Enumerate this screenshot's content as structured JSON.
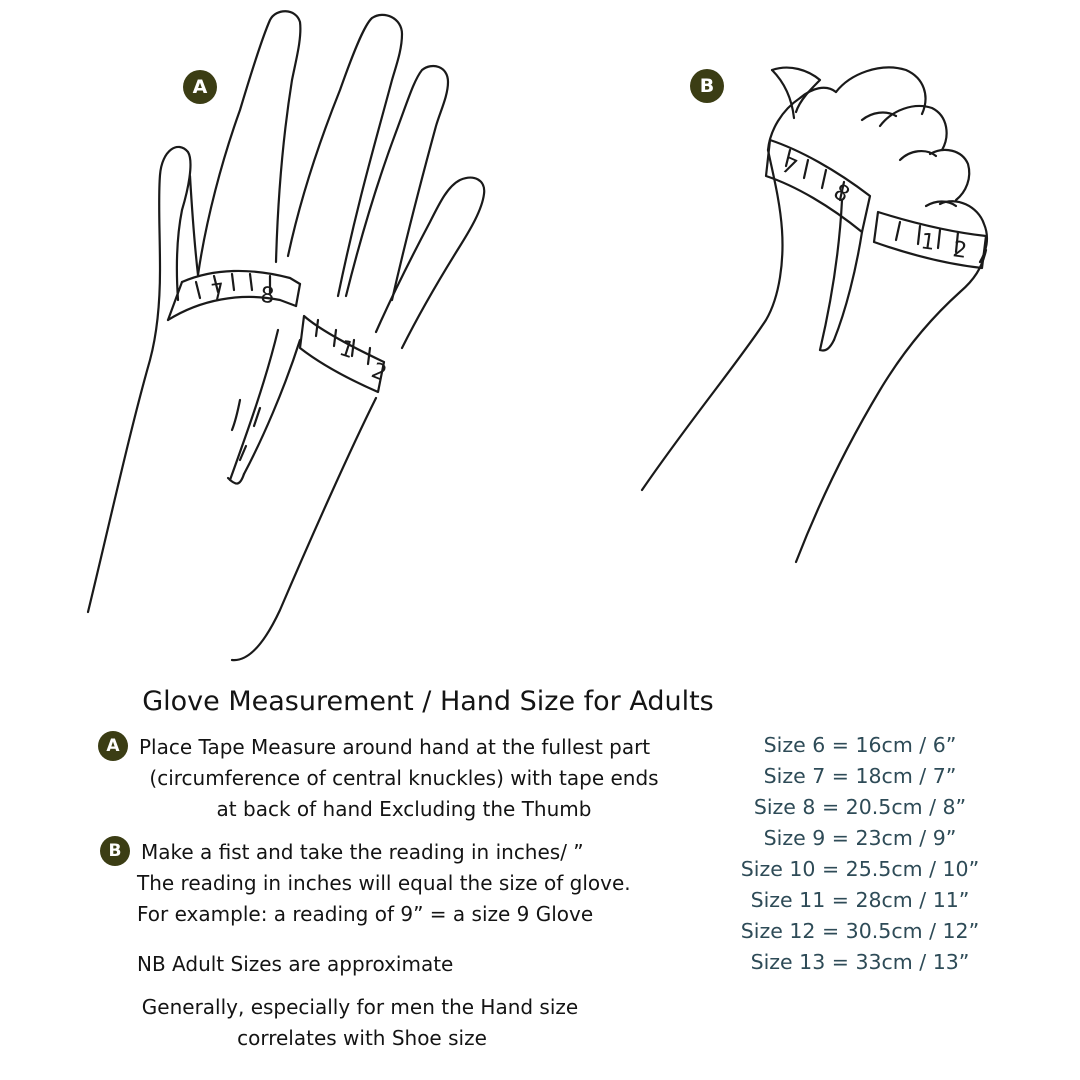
{
  "markers": {
    "a": "A",
    "b": "B"
  },
  "title": "Glove Measurement / Hand Size for Adults",
  "step_a": {
    "lines": [
      "Place Tape Measure around hand at the fullest part",
      "(circumference of central knuckles) with tape ends",
      "at back of hand Excluding the Thumb"
    ]
  },
  "step_b": {
    "lines": [
      "Make a fist and take the reading in inches/  ”",
      "The reading in inches will equal the size of glove.",
      "For example: a reading of 9” = a size 9 Glove"
    ]
  },
  "notes": {
    "approx": "NB Adult Sizes are approximate",
    "shoe_lines": [
      "Generally, especially for men the Hand size",
      "correlates with Shoe size"
    ]
  },
  "sizes": [
    "Size 6 = 16cm / 6”",
    "Size 7 = 18cm / 7”",
    "Size 8 = 20.5cm / 8”",
    "Size 9 = 23cm / 9”",
    "Size 10 = 25.5cm / 10”",
    "Size 11 = 28cm / 11”",
    "Size 12 = 30.5cm / 12”",
    "Size 13 = 33cm / 13”"
  ],
  "tape_marks": {
    "hand_a": [
      "7",
      "8",
      "1",
      "2"
    ],
    "hand_b": [
      "7",
      "8",
      "1",
      "2"
    ]
  },
  "colors": {
    "marker_bg": "#3b3d14",
    "size_text": "#2e4b57",
    "line": "#1a1a1a"
  }
}
